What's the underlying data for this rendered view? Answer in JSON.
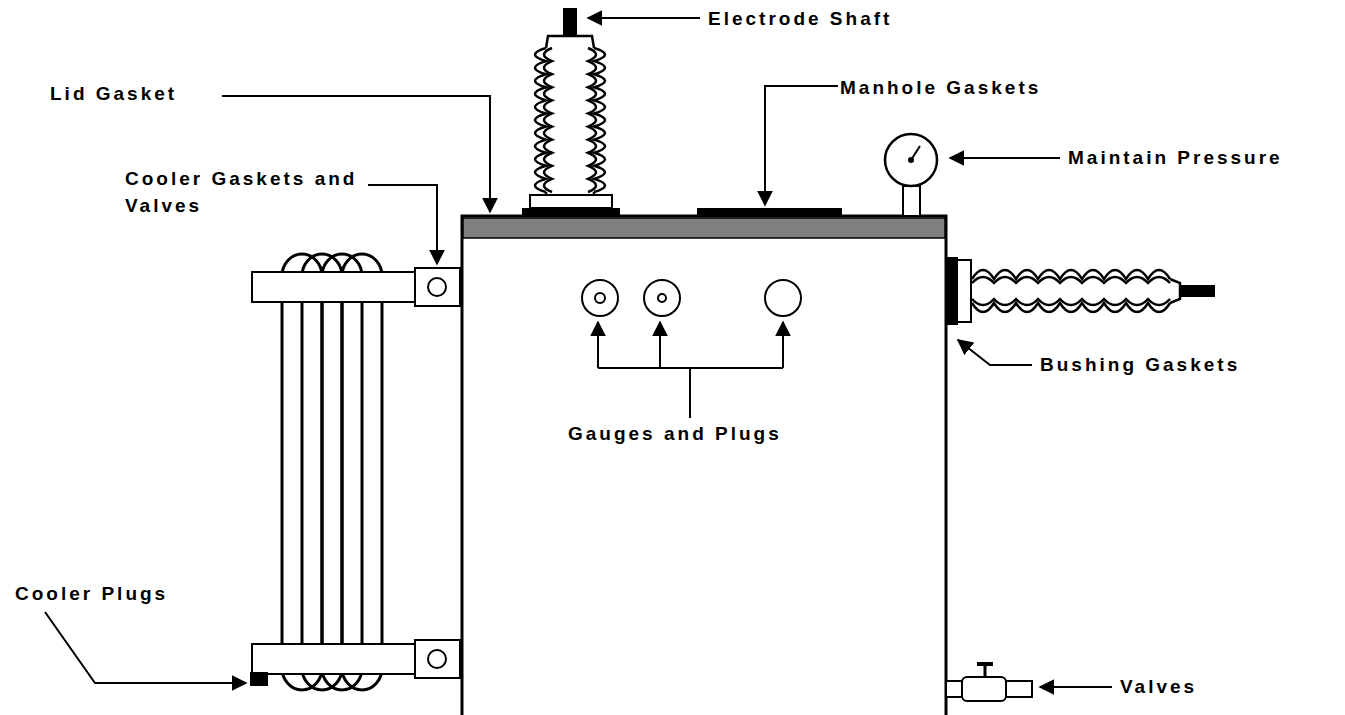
{
  "diagram": {
    "labels": [
      "Electrode Shaft",
      "Lid Gasket",
      "Manhole Gaskets",
      "Maintain Pressure",
      "Cooler Gaskets and Valves",
      "Bushing Gaskets",
      "Gauges and Plugs",
      "Cooler Plugs",
      "Valves"
    ]
  }
}
